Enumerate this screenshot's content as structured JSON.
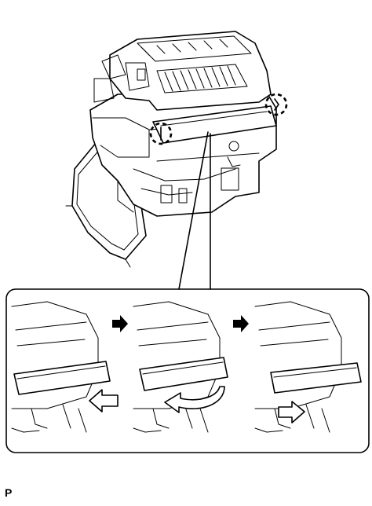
{
  "figure": {
    "code_label": "P",
    "icons": [
      "hvac-unit-icon",
      "clip-marker-icon",
      "filter-cover-icon",
      "step-arrow-icon",
      "pull-arrow-icon",
      "rotate-arrow-icon",
      "push-arrow-icon"
    ],
    "steps": [
      {
        "id": "step-1",
        "action": "pull-out"
      },
      {
        "id": "step-2",
        "action": "rotate"
      },
      {
        "id": "step-3",
        "action": "push-in"
      }
    ],
    "colors": {
      "line": "#000000",
      "background": "#ffffff"
    }
  }
}
